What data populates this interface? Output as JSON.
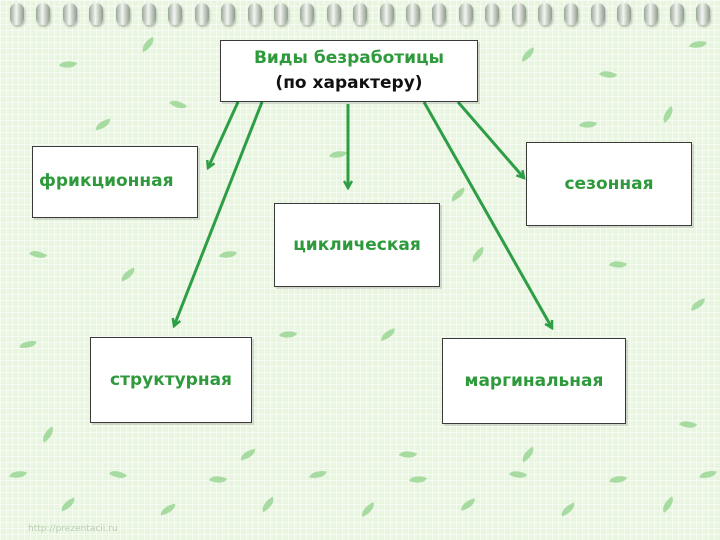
{
  "diagram": {
    "title_line1": "Виды безработицы",
    "title_line2": "(по характеру)",
    "types": {
      "frictional": "фрикционная",
      "cyclical": "циклическая",
      "seasonal": "сезонная",
      "structural": "структурная",
      "marginal": "маргинальная"
    }
  },
  "watermark": "http://prezentacii.ru",
  "colors": {
    "accent_green": "#2e9a3c",
    "arrow_green": "#2e9e46",
    "background": "#e6f5dc"
  }
}
